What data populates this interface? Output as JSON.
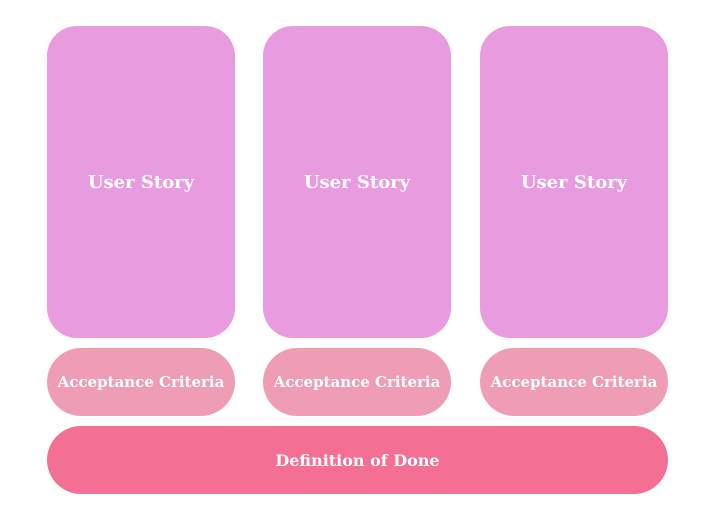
{
  "colors": {
    "user_story": "#e99be0",
    "acceptance_criteria": "#ee9db5",
    "definition_of_done": "#f46f94",
    "text": "#ffffff"
  },
  "columns": [
    {
      "user_story": "User Story",
      "acceptance_criteria": "Acceptance Criteria"
    },
    {
      "user_story": "User Story",
      "acceptance_criteria": "Acceptance Criteria"
    },
    {
      "user_story": "User Story",
      "acceptance_criteria": "Acceptance Criteria"
    }
  ],
  "definition_of_done": "Definition of Done"
}
